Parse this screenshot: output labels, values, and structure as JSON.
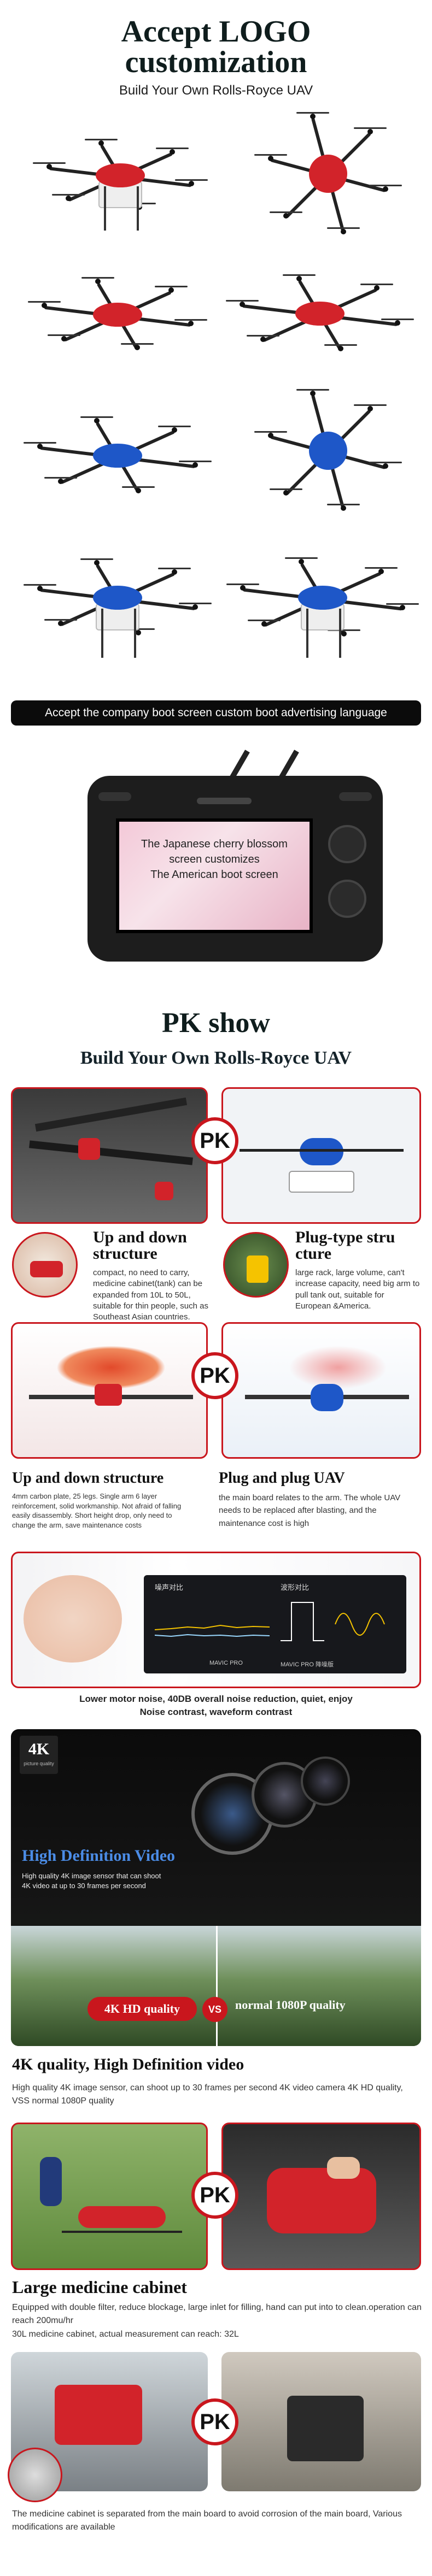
{
  "header": {
    "title_line1": "Accept LOGO",
    "title_line2": "customization",
    "subtitle": "Build Your Own Rolls-Royce UAV"
  },
  "boot_banner": "Accept the company boot screen custom boot advertising language",
  "remote": {
    "screen_line1": "The Japanese cherry blossom",
    "screen_line2": "screen customizes",
    "screen_line3": "The American boot screen"
  },
  "pk_section": {
    "title": "PK show",
    "subtitle": "Build Your Own Rolls-Royce UAV",
    "pk_label": "PK"
  },
  "compare1": {
    "left_title": "Up and down structure",
    "left_text": "compact, no need to carry, medicine cabinet(tank) can be expanded from 10L to 50L, suitable for thin people, such as Southeast Asian countries.",
    "right_title": "Plug-type stru cture",
    "right_text": "large rack, large volume, can't increase capacity, need big arm to pull tank out, suitable for European &America."
  },
  "compare2": {
    "left_title": "Up and down structure",
    "left_text": "4mm carbon plate, 25 legs. Single arm 6 layer reinforcement, solid workmanship. Not afraid of falling easily disassembly. Short height drop, only need to change the arm, save maintenance costs",
    "right_title": "Plug and plug UAV",
    "right_text": "the main board relates to the arm. The whole UAV needs to be replaced after blasting, and the maintenance cost is high"
  },
  "noise": {
    "chart_left_title": "噪声对比",
    "chart_right_title": "波形对比",
    "legend_a": "MAVIC PRO",
    "legend_b": "MAVIC PRO 降噪版",
    "caption_line1": "Lower motor noise, 40DB overall noise reduction, quiet, enjoy",
    "caption_line2": "Noise contrast, waveform contrast"
  },
  "camera": {
    "badge": "4K",
    "badge_sub": "picture quality",
    "video_title": "High Definition Video",
    "video_text": "High quality 4K image sensor that can shoot 4K video at up to 30 frames per second",
    "hd_label": "4K HD quality",
    "vs_label": "VS",
    "normal_label": "normal 1080P quality"
  },
  "quality": {
    "title": "4K quality, High Definition video",
    "text": "High quality 4K image sensor, can shoot up to 30 frames per second 4K video camera 4K HD quality, VSS normal 1080P quality"
  },
  "cabinet": {
    "title": "Large medicine cabinet",
    "text1": "Equipped with double filter, reduce blockage, large inlet for filling, hand can put into to clean.operation can reach 200mu/hr",
    "text2": "30L medicine cabinet, actual measurement can reach: 32L"
  },
  "footer": {
    "text": "The medicine cabinet is separated from the main board to avoid corrosion of the main board, Various modifications are available"
  },
  "colors": {
    "accent_red": "#c9161d",
    "body_red": "#d2232a",
    "body_blue": "#1e57c8",
    "dark": "#0b0b0b"
  }
}
